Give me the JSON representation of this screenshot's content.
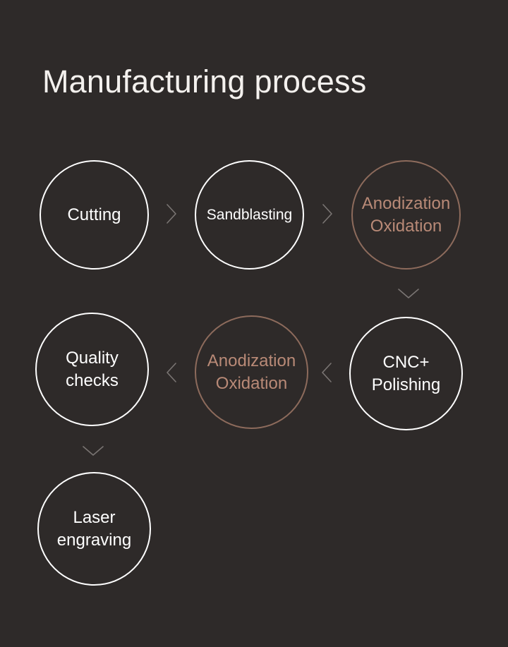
{
  "title": "Manufacturing process",
  "colors": {
    "background": "#2e2a29",
    "circle_default": "#ffffff",
    "circle_accent_border": "#8d6b5c",
    "circle_accent_text": "#b98a77",
    "arrow": "#7a7573"
  },
  "steps": [
    {
      "lines": [
        "Cutting"
      ],
      "accent": false
    },
    {
      "lines": [
        "Sandblasting"
      ],
      "accent": false
    },
    {
      "lines": [
        "Anodization",
        "Oxidation"
      ],
      "accent": true
    },
    {
      "lines": [
        "CNC+",
        "Polishing"
      ],
      "accent": false
    },
    {
      "lines": [
        "Anodization",
        "Oxidation"
      ],
      "accent": true
    },
    {
      "lines": [
        "Quality",
        "checks"
      ],
      "accent": false
    },
    {
      "lines": [
        "Laser",
        "engraving"
      ],
      "accent": false
    }
  ],
  "arrows": [
    {
      "direction": "right",
      "from_step": 1,
      "to_step": 2
    },
    {
      "direction": "right",
      "from_step": 2,
      "to_step": 3
    },
    {
      "direction": "down",
      "from_step": 3,
      "to_step": 4
    },
    {
      "direction": "left",
      "from_step": 4,
      "to_step": 5
    },
    {
      "direction": "left",
      "from_step": 5,
      "to_step": 6
    },
    {
      "direction": "down",
      "from_step": 6,
      "to_step": 7
    }
  ]
}
